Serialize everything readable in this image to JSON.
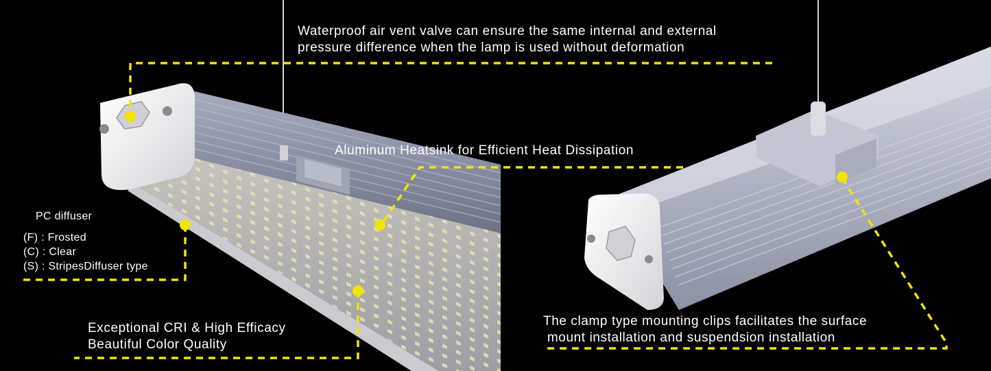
{
  "colors": {
    "background": "#000000",
    "callout_line": "#f2e600",
    "callout_dot": "#f2e600",
    "text": "#ffffff",
    "lamp_body": "#8e95a8",
    "lamp_end_cap": "#e9e9ec"
  },
  "callouts": {
    "air_vent": {
      "lines": [
        "Waterproof air vent valve can ensure the same internal and external",
        "pressure difference when the lamp is used without deformation"
      ]
    },
    "heatsink": {
      "text": "Aluminum Heatsink for Efficient Heat Dissipation"
    },
    "diffuser": {
      "title": "PC diffuser",
      "options": [
        "(F) : Frosted",
        "(C) : Clear",
        "(S) : StripesDiffuser type"
      ]
    },
    "cri": {
      "lines": [
        "Exceptional CRI & High Efficacy",
        "Beautiful Color Quality"
      ]
    },
    "clamp": {
      "lines": [
        "The clamp type mounting clips facilitates the surface",
        " mount installation and suspendsion installation"
      ]
    }
  }
}
